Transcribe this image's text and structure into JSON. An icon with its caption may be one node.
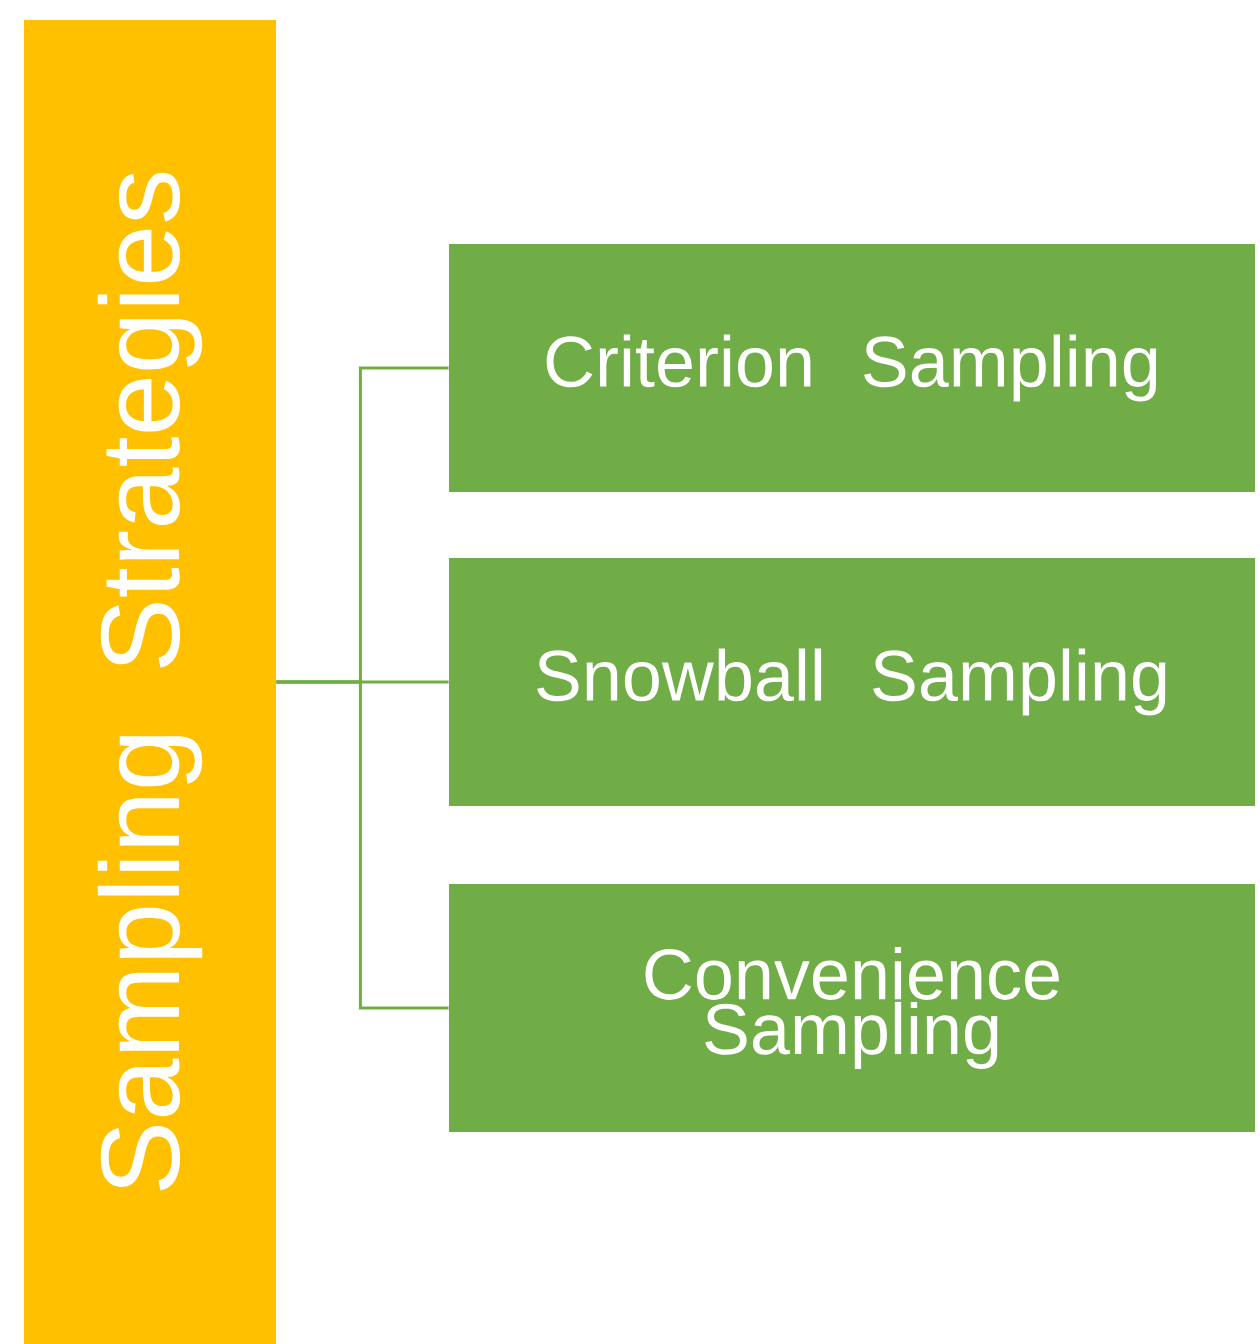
{
  "diagram": {
    "nodes": [
      {
        "text": [
          "Sampling Strategies"
        ]
      },
      {
        "text": [
          "Criterion Sampling"
        ]
      },
      {
        "text": [
          "Snowball Sampling"
        ]
      },
      {
        "text": [
          "Convenience Sampling"
        ]
      }
    ],
    "edges": [
      {
        "from": 0,
        "to": 1,
        "arrow": "none"
      },
      {
        "from": 0,
        "to": 2,
        "arrow": "none"
      },
      {
        "from": 0,
        "to": 3,
        "arrow": "none"
      }
    ]
  }
}
